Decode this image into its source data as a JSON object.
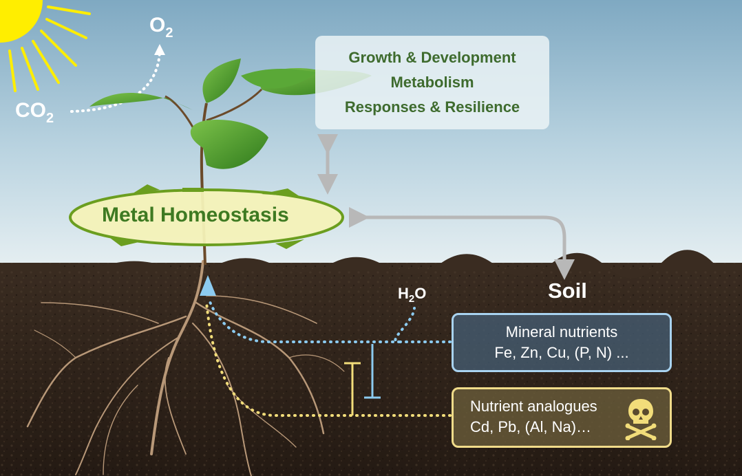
{
  "gases": {
    "o2": {
      "base": "O",
      "sub": "2"
    },
    "co2": {
      "base": "CO",
      "sub": "2"
    },
    "h2o": {
      "pre": "H",
      "sub": "2",
      "post": "O"
    }
  },
  "processes": {
    "line1": "Growth & Development",
    "line2": "Metabolism",
    "line3": "Responses & Resilience"
  },
  "homeostasis": {
    "label": "Metal Homeostasis"
  },
  "soil": {
    "label": "Soil"
  },
  "nutrients": {
    "title": "Mineral nutrients",
    "items": "Fe, Zn, Cu, (P, N) ..."
  },
  "analogues": {
    "title": "Nutrient analogues",
    "items": "Cd, Pb, (Al, Na)…"
  },
  "icons": {
    "sun": "sun-icon",
    "skull": "skull-crossbones-icon"
  },
  "colors": {
    "sky_top": "#7fa9c2",
    "sky_bottom": "#dce9ef",
    "soil": "#2e2219",
    "sun": "#ffee00",
    "leaf": "#4f9a2a",
    "homeostasis_fill": "#f4f2b8",
    "homeostasis_ring": "#6b9e1f",
    "arrow_gray": "#b8b8b8",
    "water_blue": "#8ccbf0",
    "analogue_yellow": "#f2dd7a"
  }
}
